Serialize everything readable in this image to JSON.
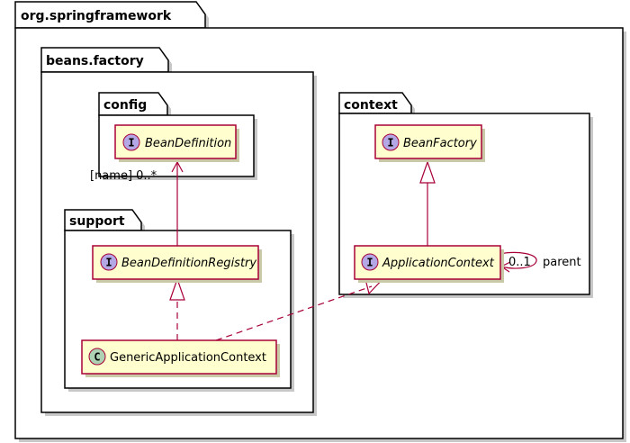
{
  "packages": {
    "root": "org.springframework",
    "beans_factory": "beans.factory",
    "config": "config",
    "support": "support",
    "context": "context"
  },
  "classes": {
    "bean_definition": {
      "name": "BeanDefinition",
      "stereotype": "I"
    },
    "bean_definition_registry": {
      "name": "BeanDefinitionRegistry",
      "stereotype": "I"
    },
    "generic_application_context": {
      "name": "GenericApplicationContext",
      "stereotype": "C"
    },
    "bean_factory": {
      "name": "BeanFactory",
      "stereotype": "I"
    },
    "application_context": {
      "name": "ApplicationContext",
      "stereotype": "I"
    }
  },
  "labels": {
    "registry_multiplicity": "[name] 0..*",
    "parent_multiplicity": "0..1",
    "parent_role": "parent"
  },
  "colors": {
    "class_fill": "#fefece",
    "border": "#a80036",
    "interface_badge": "#b4a7e5",
    "class_badge": "#add1b2"
  }
}
